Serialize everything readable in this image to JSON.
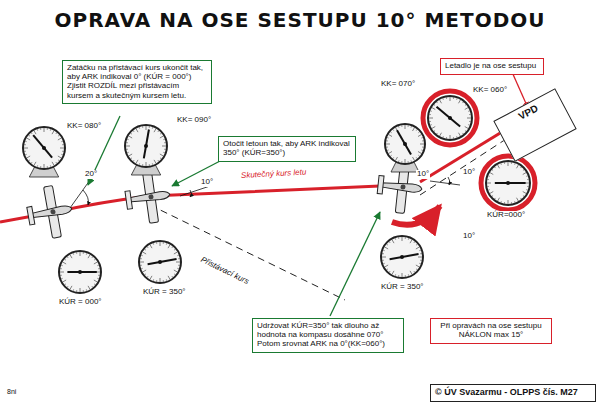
{
  "diagram": {
    "title": "OPRAVA NA OSE SESTUPU 10° METODOU",
    "nodes": [
      {
        "text": [
          "Zatáčku na přistávací kurs ukončit tak, aby ARK indikoval 0° (KÚR = 000°) Zjistit ROZDÍL mezi přistávacím kursem a skutečným kursem letu."
        ]
      },
      {
        "text": [
          "Otočit letoun tak, aby ARK indikoval 350° (KÚR=350°)"
        ]
      },
      {
        "text": [
          "Letadlo je na ose sestupu"
        ]
      },
      {
        "text": [
          "VPD"
        ]
      },
      {
        "text": [
          "Udržovat KÚR=350° tak dlouho až hodnota na kompasu dosáhne 070° Potom srovnat ARK na 0°(KK=060°)"
        ]
      },
      {
        "text": [
          "Při opravách na ose sestupu NÁKLON max 15°"
        ]
      },
      {
        "text": [
          "© ÚV Svazarmu - OLPPS čís. M27"
        ]
      }
    ],
    "labels": [
      "KK= 080°",
      "KK= 090°",
      "20°",
      "10°",
      "Skutečný kurs letu",
      "Přistávací kurs",
      "KÚR = 000°",
      "KÚR = 350°",
      "KK= 070°",
      "KK= 060°",
      "10°",
      "10°",
      "KÚR=000°",
      "10°",
      "KÚR = 350°",
      "8ni"
    ]
  }
}
